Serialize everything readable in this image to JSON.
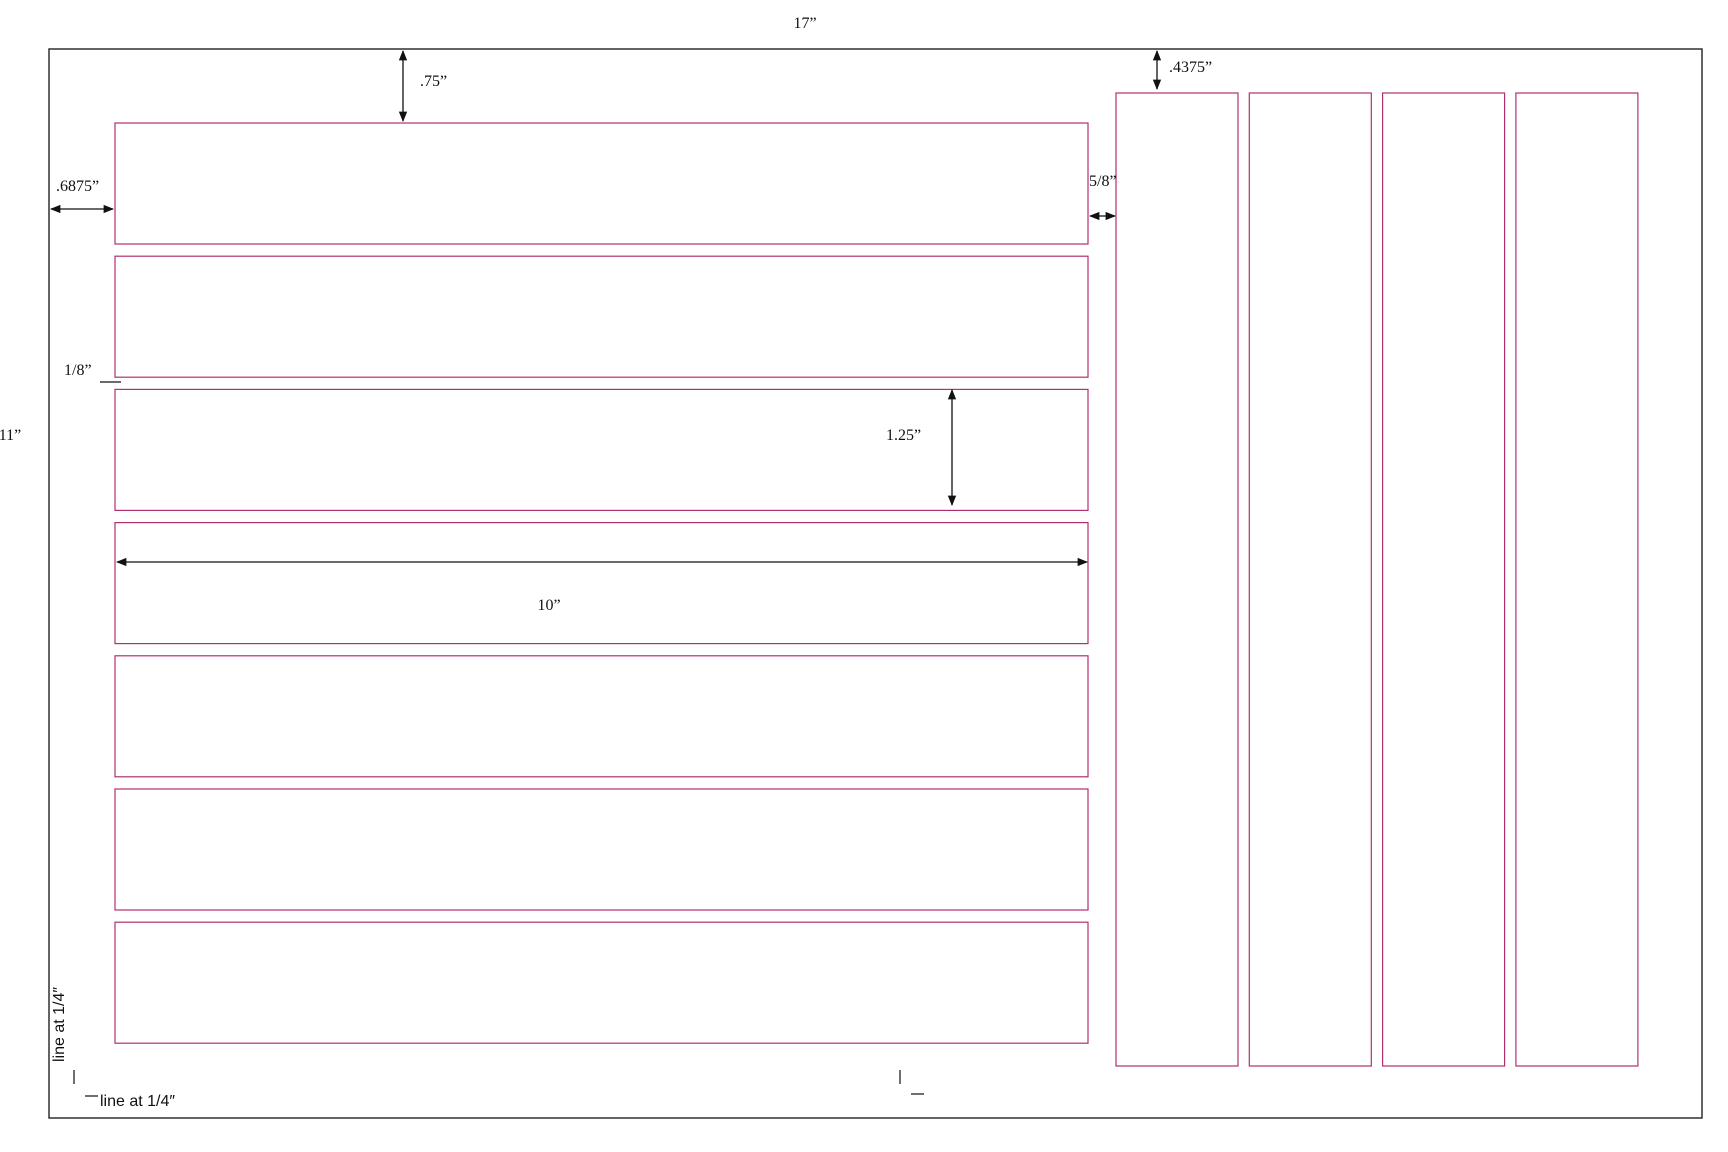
{
  "sheet": {
    "width_label": "17”",
    "height_label": "11”"
  },
  "dimensions": {
    "top_margin_strips": ".75”",
    "top_margin_columns": ".4375”",
    "left_margin": ".6875”",
    "gutter_strips_columns": "5/8”",
    "gap_between_strips": "1/8”",
    "strip_height": "1.25”",
    "strip_width": "10”"
  },
  "notes": {
    "vertical_line": "line at 1/4″",
    "horizontal_line": "line at 1/4″"
  },
  "layout": {
    "horizontal_strip_count": 7,
    "vertical_column_count": 4
  },
  "colors": {
    "sheet_border": "#222222",
    "label_outline": "#b0306f",
    "dimension_ink": "#111111"
  }
}
